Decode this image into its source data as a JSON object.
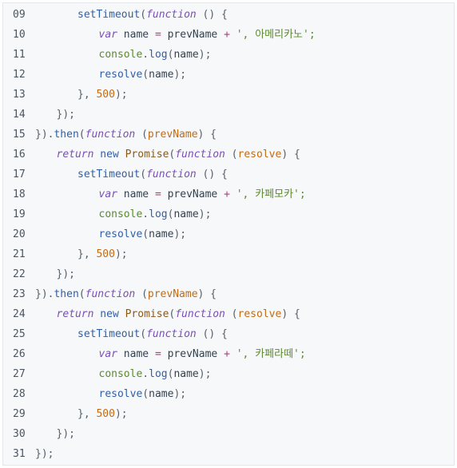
{
  "lines": [
    {
      "no": "09",
      "indent": 2,
      "tokens": [
        [
          "fn",
          "setTimeout"
        ],
        [
          "pu",
          "("
        ],
        [
          "kw",
          "function"
        ],
        [
          "pu",
          " () {"
        ]
      ]
    },
    {
      "no": "10",
      "indent": 3,
      "tokens": [
        [
          "kw",
          "var"
        ],
        [
          "id",
          " name "
        ],
        [
          "op",
          "="
        ],
        [
          "id",
          " prevName "
        ],
        [
          "op",
          "+"
        ],
        [
          "str",
          " ', 아메리카노';"
        ]
      ]
    },
    {
      "no": "11",
      "indent": 3,
      "tokens": [
        [
          "obj",
          "console"
        ],
        [
          "pu",
          "."
        ],
        [
          "fn",
          "log"
        ],
        [
          "pu",
          "("
        ],
        [
          "id",
          "name"
        ],
        [
          "pu",
          ");"
        ]
      ]
    },
    {
      "no": "12",
      "indent": 3,
      "tokens": [
        [
          "fn",
          "resolve"
        ],
        [
          "pu",
          "("
        ],
        [
          "id",
          "name"
        ],
        [
          "pu",
          ");"
        ]
      ]
    },
    {
      "no": "13",
      "indent": 2,
      "tokens": [
        [
          "pu",
          "}, "
        ],
        [
          "num",
          "500"
        ],
        [
          "pu",
          ");"
        ]
      ]
    },
    {
      "no": "14",
      "indent": 1,
      "tokens": [
        [
          "pu",
          "});"
        ]
      ]
    },
    {
      "no": "15",
      "indent": 0,
      "tokens": [
        [
          "pu",
          "})."
        ],
        [
          "fn",
          "then"
        ],
        [
          "pu",
          "("
        ],
        [
          "kw",
          "function"
        ],
        [
          "pu",
          " ("
        ],
        [
          "pm",
          "prevName"
        ],
        [
          "pu",
          ") {"
        ]
      ]
    },
    {
      "no": "16",
      "indent": 1,
      "tokens": [
        [
          "kw",
          "return"
        ],
        [
          "nw",
          " new "
        ],
        [
          "cls",
          "Promise"
        ],
        [
          "pu",
          "("
        ],
        [
          "kw",
          "function"
        ],
        [
          "pu",
          " ("
        ],
        [
          "pm",
          "resolve"
        ],
        [
          "pu",
          ") {"
        ]
      ]
    },
    {
      "no": "17",
      "indent": 2,
      "tokens": [
        [
          "fn",
          "setTimeout"
        ],
        [
          "pu",
          "("
        ],
        [
          "kw",
          "function"
        ],
        [
          "pu",
          " () {"
        ]
      ]
    },
    {
      "no": "18",
      "indent": 3,
      "tokens": [
        [
          "kw",
          "var"
        ],
        [
          "id",
          " name "
        ],
        [
          "op",
          "="
        ],
        [
          "id",
          " prevName "
        ],
        [
          "op",
          "+"
        ],
        [
          "str",
          " ', 카페모카';"
        ]
      ]
    },
    {
      "no": "19",
      "indent": 3,
      "tokens": [
        [
          "obj",
          "console"
        ],
        [
          "pu",
          "."
        ],
        [
          "fn",
          "log"
        ],
        [
          "pu",
          "("
        ],
        [
          "id",
          "name"
        ],
        [
          "pu",
          ");"
        ]
      ]
    },
    {
      "no": "20",
      "indent": 3,
      "tokens": [
        [
          "fn",
          "resolve"
        ],
        [
          "pu",
          "("
        ],
        [
          "id",
          "name"
        ],
        [
          "pu",
          ");"
        ]
      ]
    },
    {
      "no": "21",
      "indent": 2,
      "tokens": [
        [
          "pu",
          "}, "
        ],
        [
          "num",
          "500"
        ],
        [
          "pu",
          ");"
        ]
      ]
    },
    {
      "no": "22",
      "indent": 1,
      "tokens": [
        [
          "pu",
          "});"
        ]
      ]
    },
    {
      "no": "23",
      "indent": 0,
      "tokens": [
        [
          "pu",
          "})."
        ],
        [
          "fn",
          "then"
        ],
        [
          "pu",
          "("
        ],
        [
          "kw",
          "function"
        ],
        [
          "pu",
          " ("
        ],
        [
          "pm",
          "prevName"
        ],
        [
          "pu",
          ") {"
        ]
      ]
    },
    {
      "no": "24",
      "indent": 1,
      "tokens": [
        [
          "kw",
          "return"
        ],
        [
          "nw",
          " new "
        ],
        [
          "cls",
          "Promise"
        ],
        [
          "pu",
          "("
        ],
        [
          "kw",
          "function"
        ],
        [
          "pu",
          " ("
        ],
        [
          "pm",
          "resolve"
        ],
        [
          "pu",
          ") {"
        ]
      ]
    },
    {
      "no": "25",
      "indent": 2,
      "tokens": [
        [
          "fn",
          "setTimeout"
        ],
        [
          "pu",
          "("
        ],
        [
          "kw",
          "function"
        ],
        [
          "pu",
          " () {"
        ]
      ]
    },
    {
      "no": "26",
      "indent": 3,
      "tokens": [
        [
          "kw",
          "var"
        ],
        [
          "id",
          " name "
        ],
        [
          "op",
          "="
        ],
        [
          "id",
          " prevName "
        ],
        [
          "op",
          "+"
        ],
        [
          "str",
          " ', 카페라떼';"
        ]
      ]
    },
    {
      "no": "27",
      "indent": 3,
      "tokens": [
        [
          "obj",
          "console"
        ],
        [
          "pu",
          "."
        ],
        [
          "fn",
          "log"
        ],
        [
          "pu",
          "("
        ],
        [
          "id",
          "name"
        ],
        [
          "pu",
          ");"
        ]
      ]
    },
    {
      "no": "28",
      "indent": 3,
      "tokens": [
        [
          "fn",
          "resolve"
        ],
        [
          "pu",
          "("
        ],
        [
          "id",
          "name"
        ],
        [
          "pu",
          ");"
        ]
      ]
    },
    {
      "no": "29",
      "indent": 2,
      "tokens": [
        [
          "pu",
          "}, "
        ],
        [
          "num",
          "500"
        ],
        [
          "pu",
          ");"
        ]
      ]
    },
    {
      "no": "30",
      "indent": 1,
      "tokens": [
        [
          "pu",
          "});"
        ]
      ]
    },
    {
      "no": "31",
      "indent": 0,
      "tokens": [
        [
          "pu",
          "});"
        ]
      ]
    }
  ]
}
